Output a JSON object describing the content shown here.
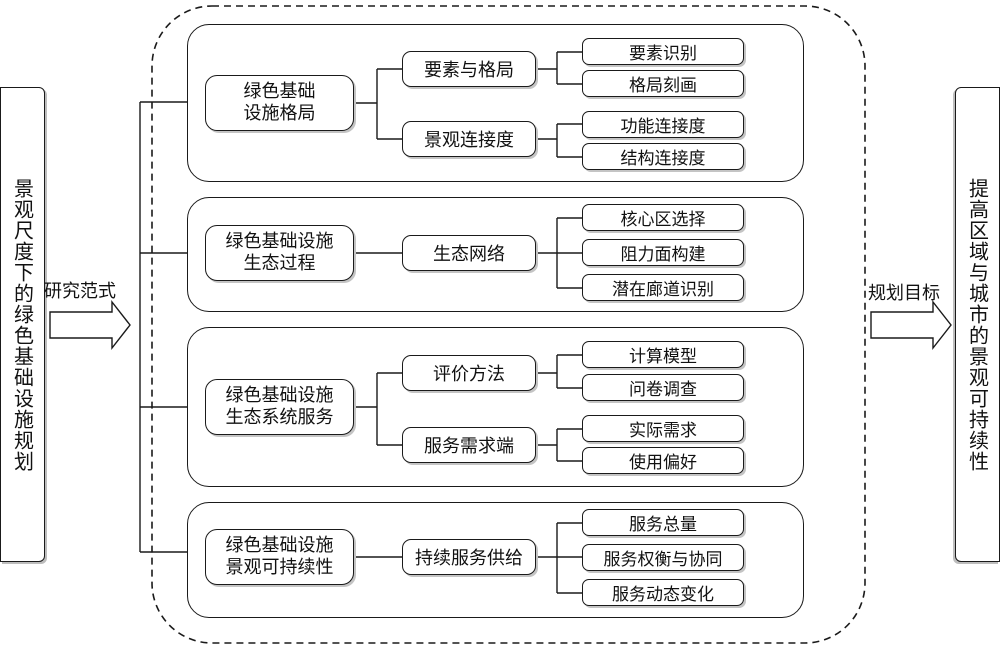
{
  "left_panel": {
    "text": "景观尺度下的绿色基础设施规划"
  },
  "right_panel": {
    "text": "提高区域与城市的景观可持续性"
  },
  "left_arrow_label": "研究范式",
  "right_arrow_label": "规划目标",
  "sections": [
    {
      "title": "绿色基础\n设施格局",
      "branches": [
        {
          "label": "要素与格局",
          "leaves": [
            "要素识别",
            "格局刻画"
          ]
        },
        {
          "label": "景观连接度",
          "leaves": [
            "功能连接度",
            "结构连接度"
          ]
        }
      ]
    },
    {
      "title": "绿色基础设施\n生态过程",
      "branches": [
        {
          "label": "生态网络",
          "leaves": [
            "核心区选择",
            "阻力面构建",
            "潜在廊道识别"
          ]
        }
      ]
    },
    {
      "title": "绿色基础设施\n生态系统服务",
      "branches": [
        {
          "label": "评价方法",
          "leaves": [
            "计算模型",
            "问卷调查"
          ]
        },
        {
          "label": "服务需求端",
          "leaves": [
            "实际需求",
            "使用偏好"
          ]
        }
      ]
    },
    {
      "title": "绿色基础设施\n景观可持续性",
      "branches": [
        {
          "label": "持续服务供给",
          "leaves": [
            "服务总量",
            "服务权衡与协同",
            "服务动态变化"
          ]
        }
      ]
    }
  ]
}
